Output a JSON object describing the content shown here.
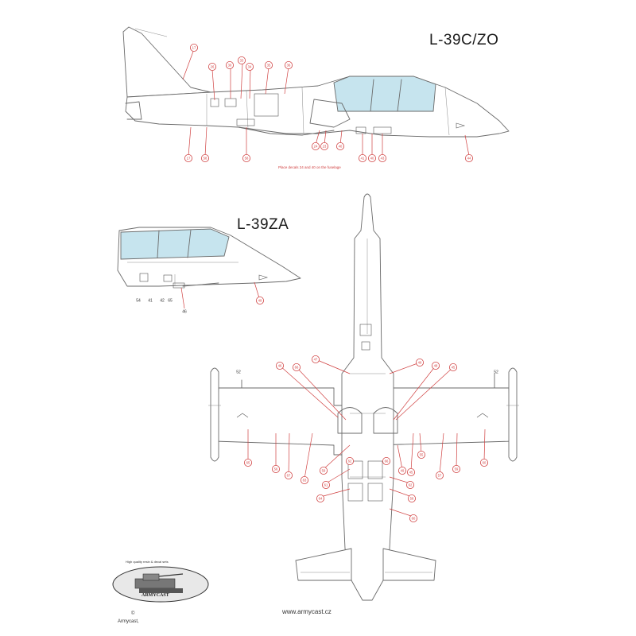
{
  "titles": {
    "side_view_top": "L-39C/ZO",
    "side_view_nose": "L-39ZA"
  },
  "placement_note": "Place decals 24 and 40 on the fuselage",
  "website": "www.armycast.cz",
  "copyright": {
    "symbol": "©",
    "owner": "Armycast,"
  },
  "logo": {
    "name": "ARMYCAST",
    "tagline": "High quality resin & decal sets"
  },
  "colors": {
    "outline": "#6a6a6a",
    "canopy": "#c6e4ee",
    "callout": "#d04040",
    "background": "#ffffff"
  },
  "callouts": {
    "side_top": [
      "17",
      "26",
      "30",
      "33",
      "34",
      "35",
      "36",
      "17",
      "58",
      "58",
      "24",
      "23",
      "40",
      "41",
      "40",
      "43",
      "44"
    ],
    "side_nose": [
      "54",
      "41",
      "42",
      "65",
      "46",
      "49"
    ],
    "plan_top_side": [
      "52",
      "52"
    ],
    "plan": [
      "46",
      "66",
      "47",
      "49",
      "48",
      "45",
      "65",
      "56",
      "67",
      "63",
      "59",
      "61",
      "64",
      "49",
      "45",
      "55",
      "57",
      "59",
      "60",
      "62",
      "58",
      "60",
      "62",
      "66"
    ]
  }
}
